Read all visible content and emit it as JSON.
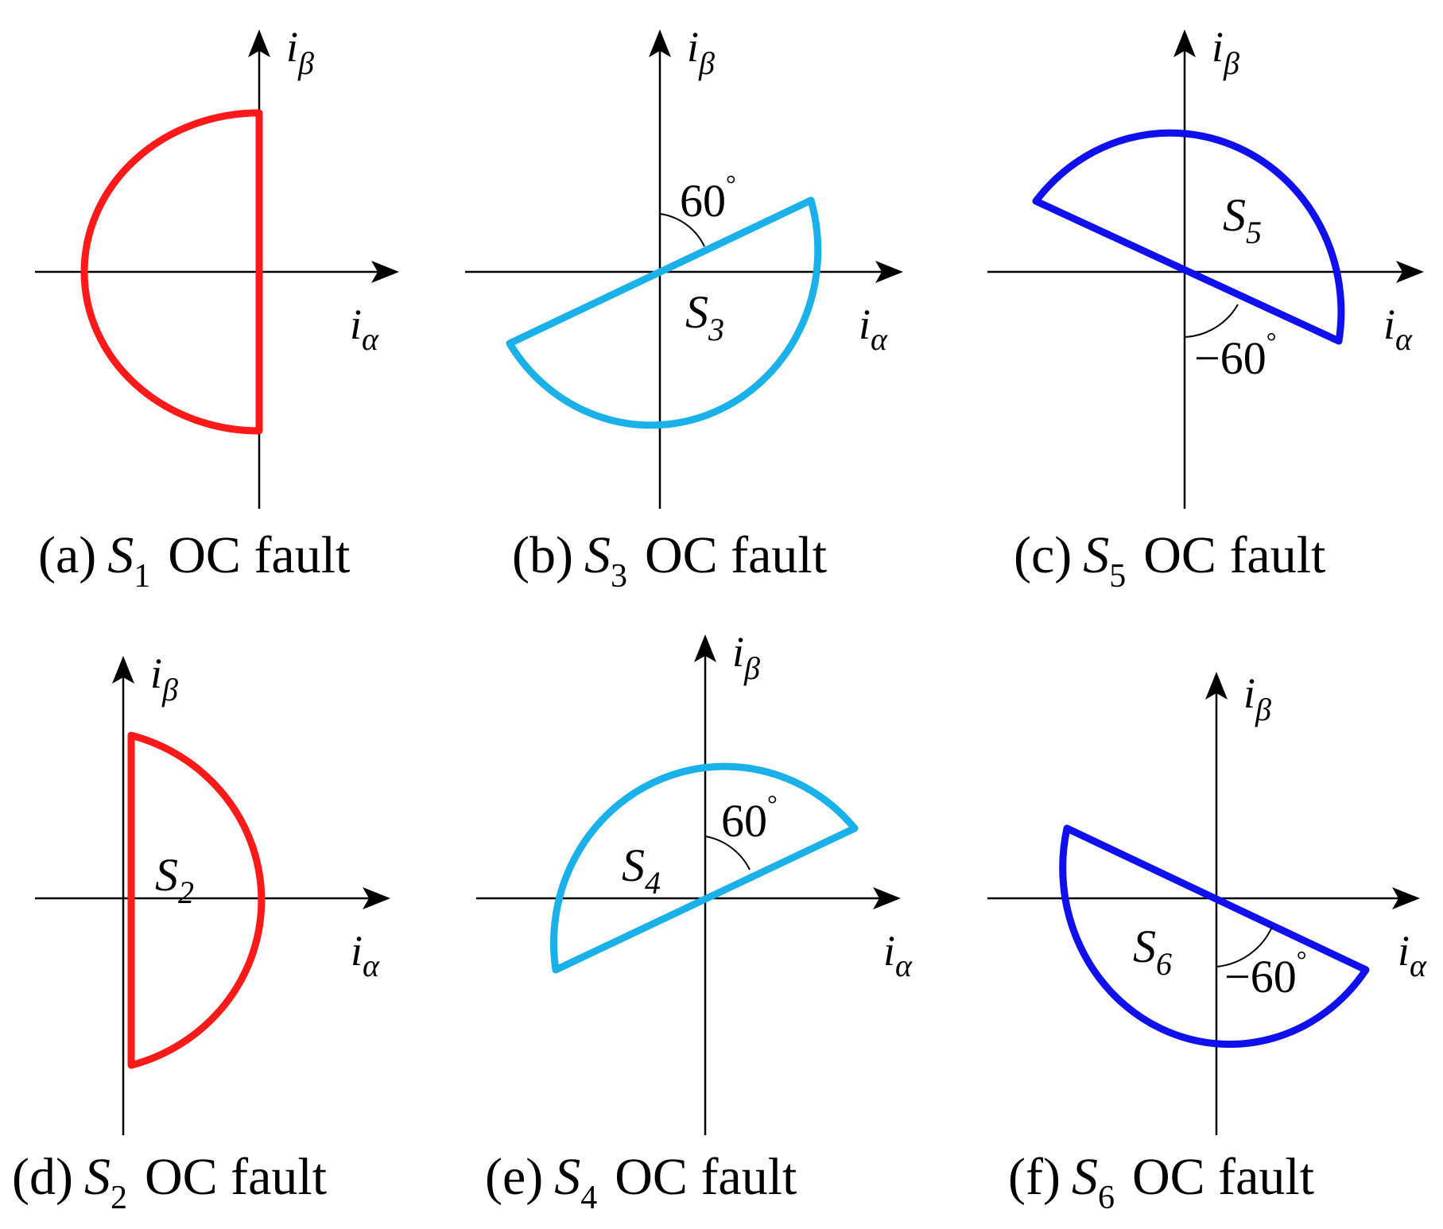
{
  "colors": {
    "red": "#ff1a1a",
    "cyan": "#1ab0ea",
    "blue": "#1010ee",
    "axis": "#000000"
  },
  "axis_labels": {
    "x": "i",
    "x_sub": "α",
    "y": "i",
    "y_sub": "β"
  },
  "angle_degree_symbol": "°",
  "panels": [
    {
      "id": "a",
      "paren": "(a)",
      "switch": "S",
      "switch_sub": "1",
      "caption_rest": "OC fault",
      "color": "red",
      "shape": "half-circle-left",
      "start_deg": 90,
      "end_deg": 270,
      "region_label": "",
      "region_sub": "",
      "angle_label": ""
    },
    {
      "id": "b",
      "paren": "(b)",
      "switch": "S",
      "switch_sub": "3",
      "caption_rest": "OC fault",
      "color": "cyan",
      "shape": "half-circle",
      "start_deg": 210,
      "end_deg": 390,
      "region_label": "S",
      "region_sub": "3",
      "angle_label": "60"
    },
    {
      "id": "c",
      "paren": "(c)",
      "switch": "S",
      "switch_sub": "5",
      "caption_rest": "OC fault",
      "color": "blue",
      "shape": "half-circle",
      "start_deg": -30,
      "end_deg": 150,
      "region_label": "S",
      "region_sub": "5",
      "angle_label": "−60"
    },
    {
      "id": "d",
      "paren": "(d)",
      "switch": "S",
      "switch_sub": "2",
      "caption_rest": "OC fault",
      "color": "red",
      "shape": "half-circle-right",
      "start_deg": -90,
      "end_deg": 90,
      "region_label": "S",
      "region_sub": "2",
      "angle_label": ""
    },
    {
      "id": "e",
      "paren": "(e)",
      "switch": "S",
      "switch_sub": "4",
      "caption_rest": "OC fault",
      "color": "cyan",
      "shape": "half-circle",
      "start_deg": 30,
      "end_deg": 210,
      "region_label": "S",
      "region_sub": "4",
      "angle_label": "60"
    },
    {
      "id": "f",
      "paren": "(f)",
      "switch": "S",
      "switch_sub": "6",
      "caption_rest": "OC fault",
      "color": "blue",
      "shape": "half-circle",
      "start_deg": 150,
      "end_deg": 330,
      "region_label": "S",
      "region_sub": "6",
      "angle_label": "−60"
    }
  ]
}
